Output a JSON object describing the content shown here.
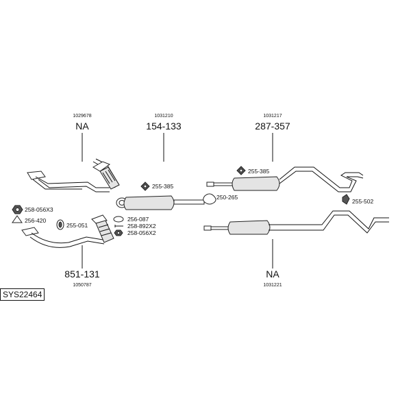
{
  "assemblies": {
    "front_pipe": {
      "number": "NA",
      "code": "1029678"
    },
    "middle_silencer": {
      "number": "154-133",
      "code": "1031210"
    },
    "rear_silencer_top": {
      "number": "287-357",
      "code": "1031217"
    },
    "manifold_pipe": {
      "number": "851-131",
      "code": "1050787"
    },
    "rear_silencer_bottom": {
      "number": "NA",
      "code": "1031221"
    }
  },
  "parts": {
    "p_255_385_a": "255-385",
    "p_255_385_b": "255-385",
    "p_250_265": "250-265",
    "p_255_502": "255-502",
    "p_258_056x3": "258-056X3",
    "p_256_420": "256-420",
    "p_255_051": "255-051",
    "p_256_087": "256-087",
    "p_258_892x2": "258-892X2",
    "p_258_056x2": "258-056X2"
  },
  "system_id": "SYS22464"
}
